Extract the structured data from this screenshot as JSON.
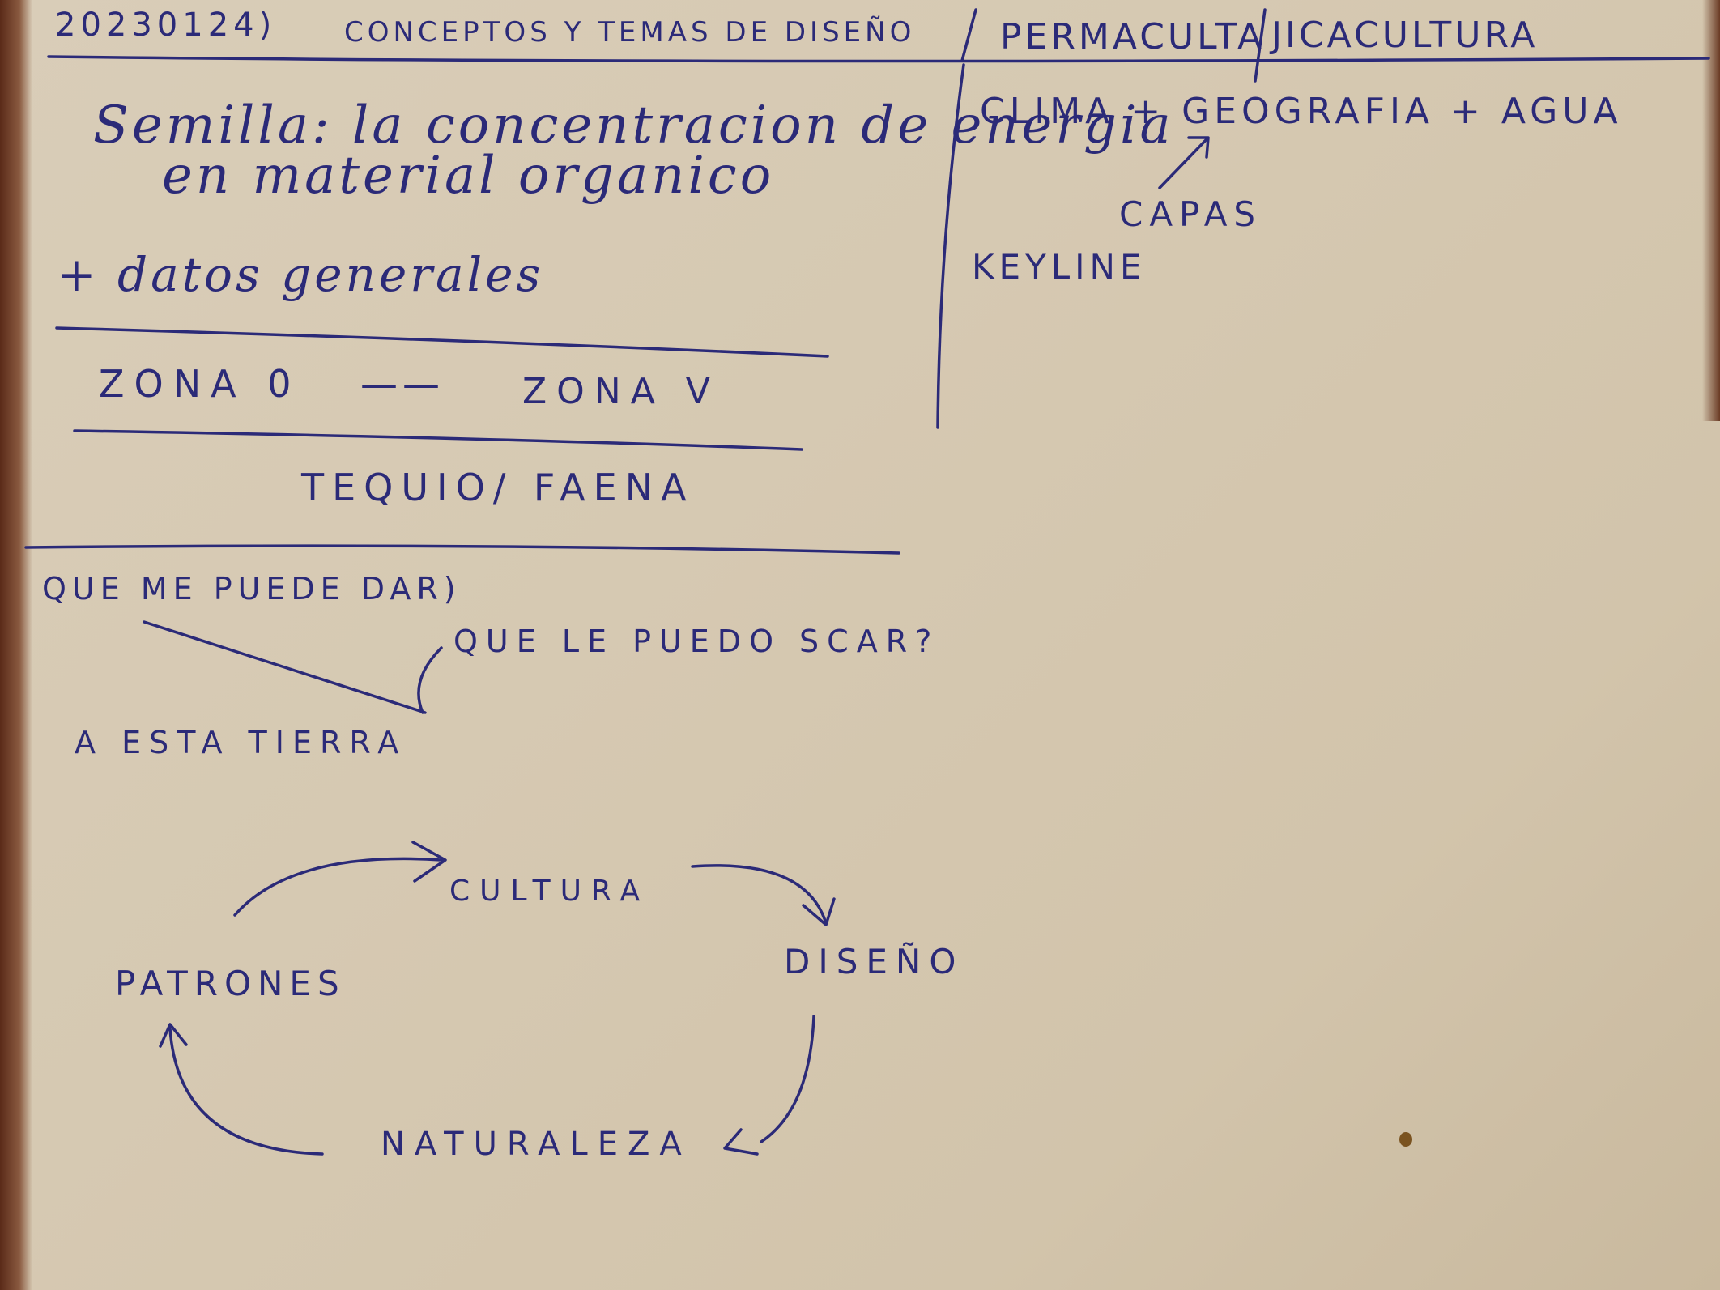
{
  "header": {
    "date": "20230124)",
    "title": "CONCEPTOS Y TEMAS DE DISEÑO",
    "tab_left": "PERMACULTA",
    "tab_right": "JICACULTURA"
  },
  "left": {
    "line1": "Semilla: la concentracion de energia",
    "line2": "en material organico",
    "line3": "+ datos  generales",
    "zona_start": "ZONA 0",
    "zona_dash": "——",
    "zona_end": "ZONA V",
    "tequio": "TEQUIO/ FAENA",
    "question1": "QUE ME PUEDE DAR)",
    "question2": "QUE LE PUEDO SCAR?",
    "land": "A  ESTA TIERRA"
  },
  "right": {
    "formula": "CLIMA + GEOGRAFIA + AGUA",
    "capas": "CAPAS",
    "keyline": "KEYLINE"
  },
  "cycle": {
    "top": "CULTURA",
    "right": "DISEÑO",
    "bottom": "NATURALEZA",
    "left": "PATRONES"
  },
  "colors": {
    "ink": "#2b2a78",
    "paper": "#d6c9b2"
  }
}
